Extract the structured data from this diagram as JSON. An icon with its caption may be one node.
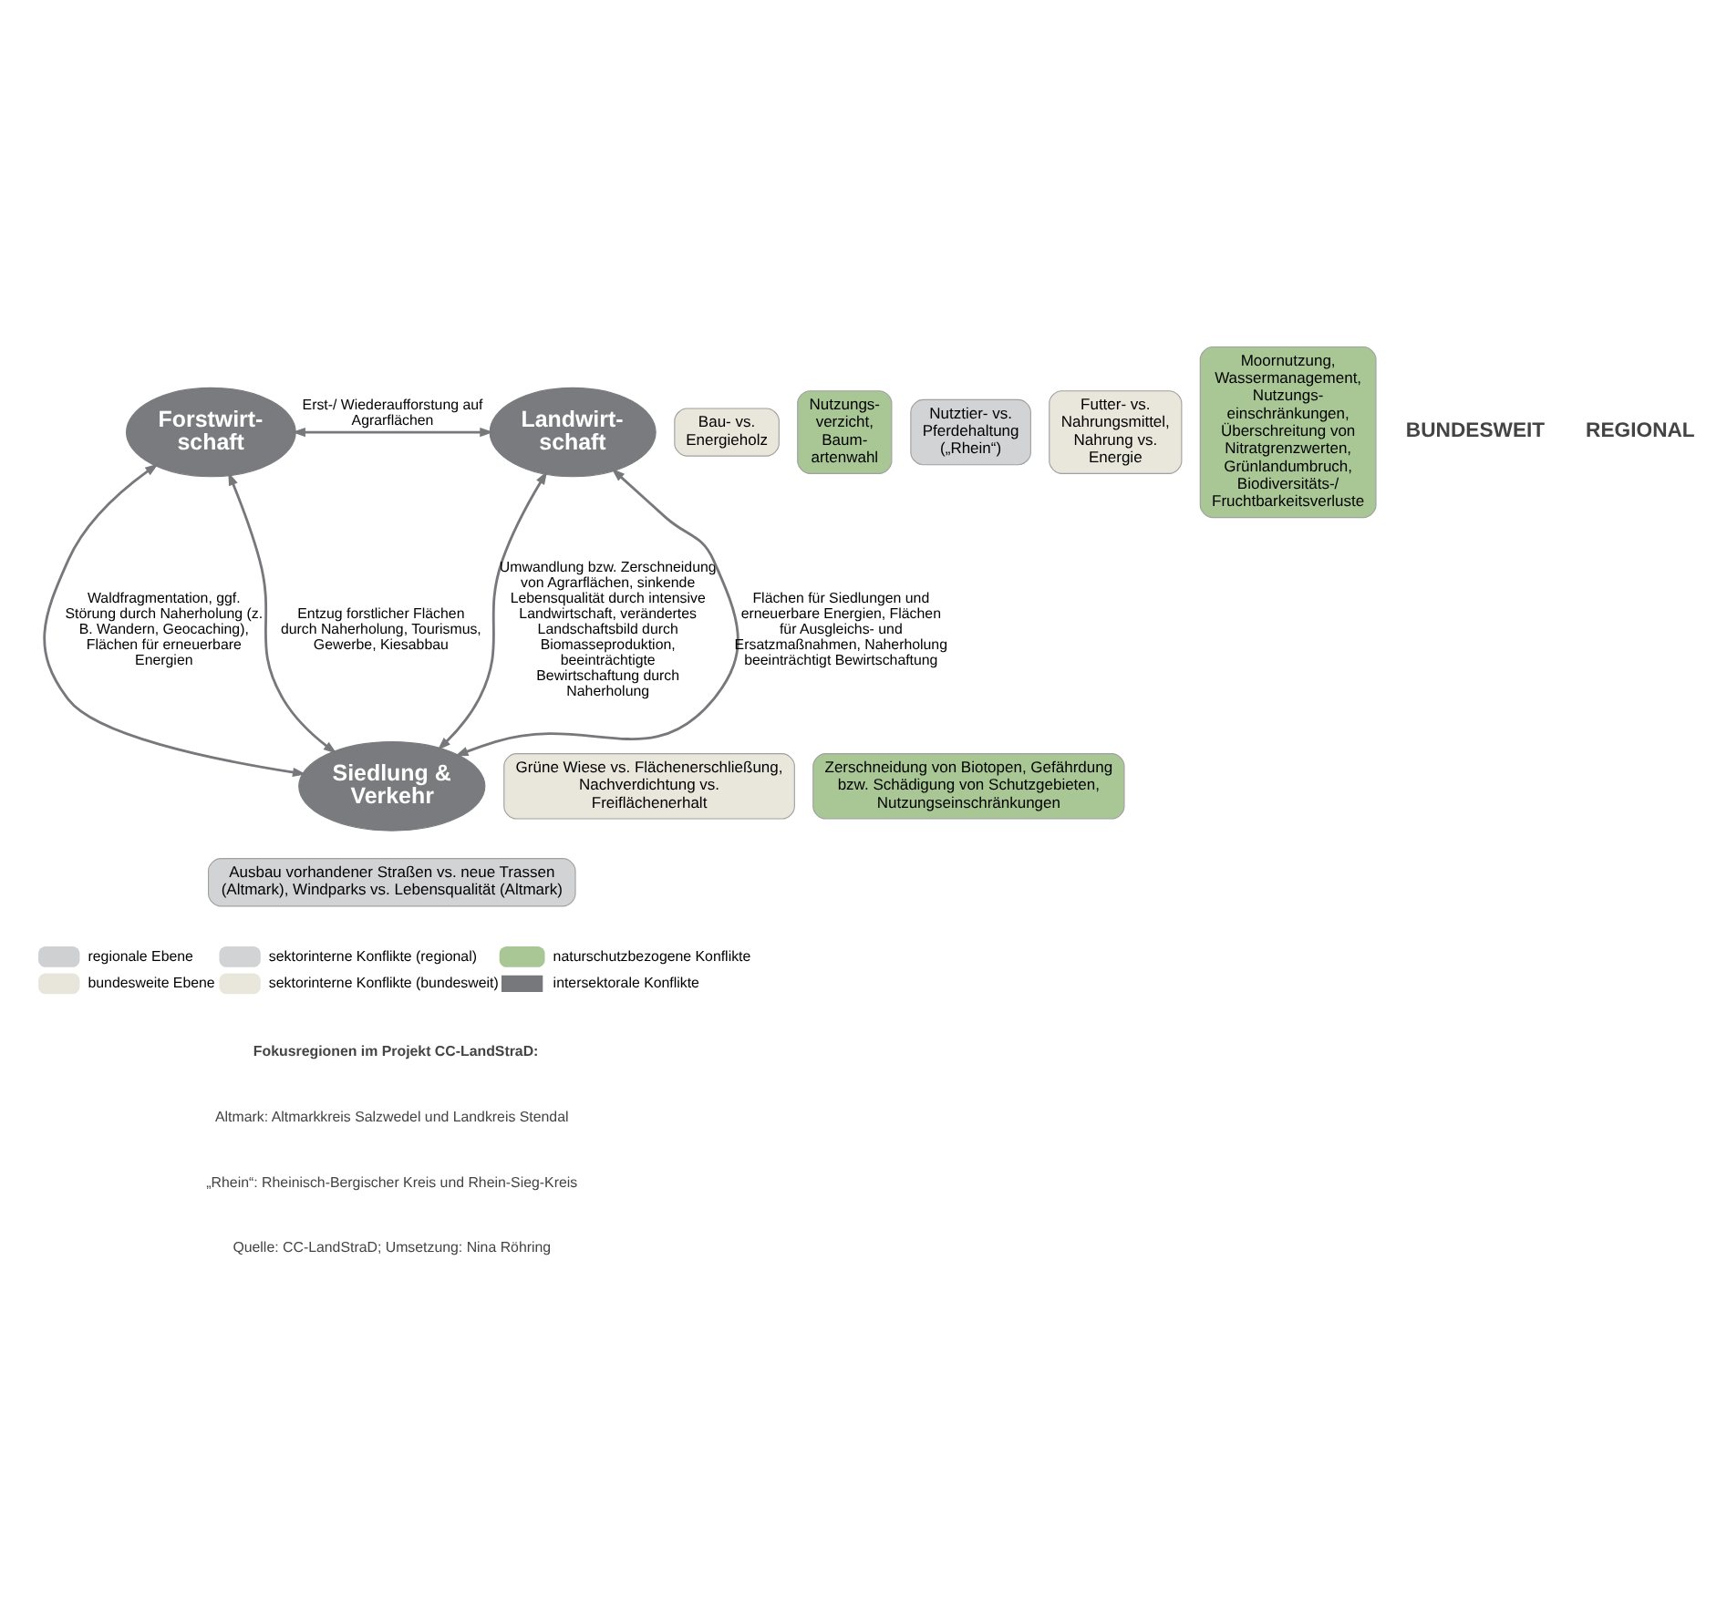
{
  "diagram": {
    "nodes": [
      {
        "text": [
          "Forstwirt- schaft"
        ]
      },
      {
        "text": [
          "Landwirt- schaft"
        ]
      },
      {
        "text": [
          "Siedlung & Verkehr"
        ]
      },
      {
        "text": [
          "Bau- vs. Energieholz"
        ]
      },
      {
        "text": [
          "Nutzungs- verzicht, Baum- artenwahl"
        ]
      },
      {
        "text": [
          "Nutztier- vs. Pferdehaltung („Rhein“)"
        ]
      },
      {
        "text": [
          "Futter- vs. Nahrungsmittel, Nahrung vs. Energie"
        ]
      },
      {
        "text": [
          "Moornutzung, Wassermanagement, Nutzungs- einschränkungen, Überschreitung von Nitratgrenzwerten, Grünlandumbruch, Biodiversitäts-/ Fruchtbarkeitsverluste"
        ]
      },
      {
        "text": [
          "Grüne Wiese vs. Flächenerschließung, Nachverdichtung vs. Freiflächenerhalt"
        ]
      },
      {
        "text": [
          "Zerschneidung von Biotopen, Gefährdung bzw. Schädigung von Schutzgebieten, Nutzungseinschränkungen"
        ]
      },
      {
        "text": [
          "Ausbau vorhandener Straßen vs. neue Trassen (Altmark), Windparks vs. Lebensqualität (Altmark)"
        ]
      }
    ],
    "edges": [
      {
        "from": 0,
        "to": 1,
        "arrow": "both",
        "label": "Erst-/ Wiederaufforstung auf Agrarflächen"
      },
      {
        "from": 0,
        "to": 2,
        "arrow": "both",
        "label": "Waldfragmentation, ggf. Störung durch Naherholung (z. B. Wandern, Geocaching), Flächen für erneuerbare Energien"
      },
      {
        "from": 0,
        "to": 2,
        "arrow": "both",
        "label": "Entzug forstlicher Flächen durch Naherholung, Tourismus, Gewerbe, Kiesabbau"
      },
      {
        "from": 1,
        "to": 2,
        "arrow": "both",
        "label": "Umwandlung bzw. Zerschneidung von Agrarflächen, sinkende Lebensqualität durch intensive Landwirtschaft, verändertes Landschaftsbild durch Biomasseproduktion, beeinträchtigte Bewirtschaftung durch Naherholung"
      },
      {
        "from": 1,
        "to": 2,
        "arrow": "both",
        "label": "Flächen für Siedlungen und erneuerbare Energien, Flächen für Ausgleichs- und Ersatzmaßnahmen, Naherholung beeinträchtigt Bewirtschaftung"
      }
    ],
    "labels": [
      "BUNDESWEIT",
      "REGIONAL",
      "Fokusregionen im Projekt CC-LandStraD:",
      "Altmark: Altmarkkreis Salzwedel und Landkreis Stendal",
      "„Rhein“: Rheinisch-Bergischer Kreis und Rhein-Sieg-Kreis",
      "Quelle: CC-LandStraD; Umsetzung: Nina Röhring"
    ],
    "legend": [
      {
        "text": "regionale Ebene",
        "color": "#cfd0d1"
      },
      {
        "text": "sektorinterne Konflikte (regional)",
        "color": "#d2d3d4"
      },
      {
        "text": "naturschutzbezogene Konflikte",
        "color": "#a9c795"
      },
      {
        "text": "bundesweite Ebene",
        "color": "#e8e6da"
      },
      {
        "text": "sektorinterne Konflikte (bundesweit)",
        "color": "#e9e7dc"
      },
      {
        "text": "intersektorale Konflikte"
      }
    ]
  }
}
